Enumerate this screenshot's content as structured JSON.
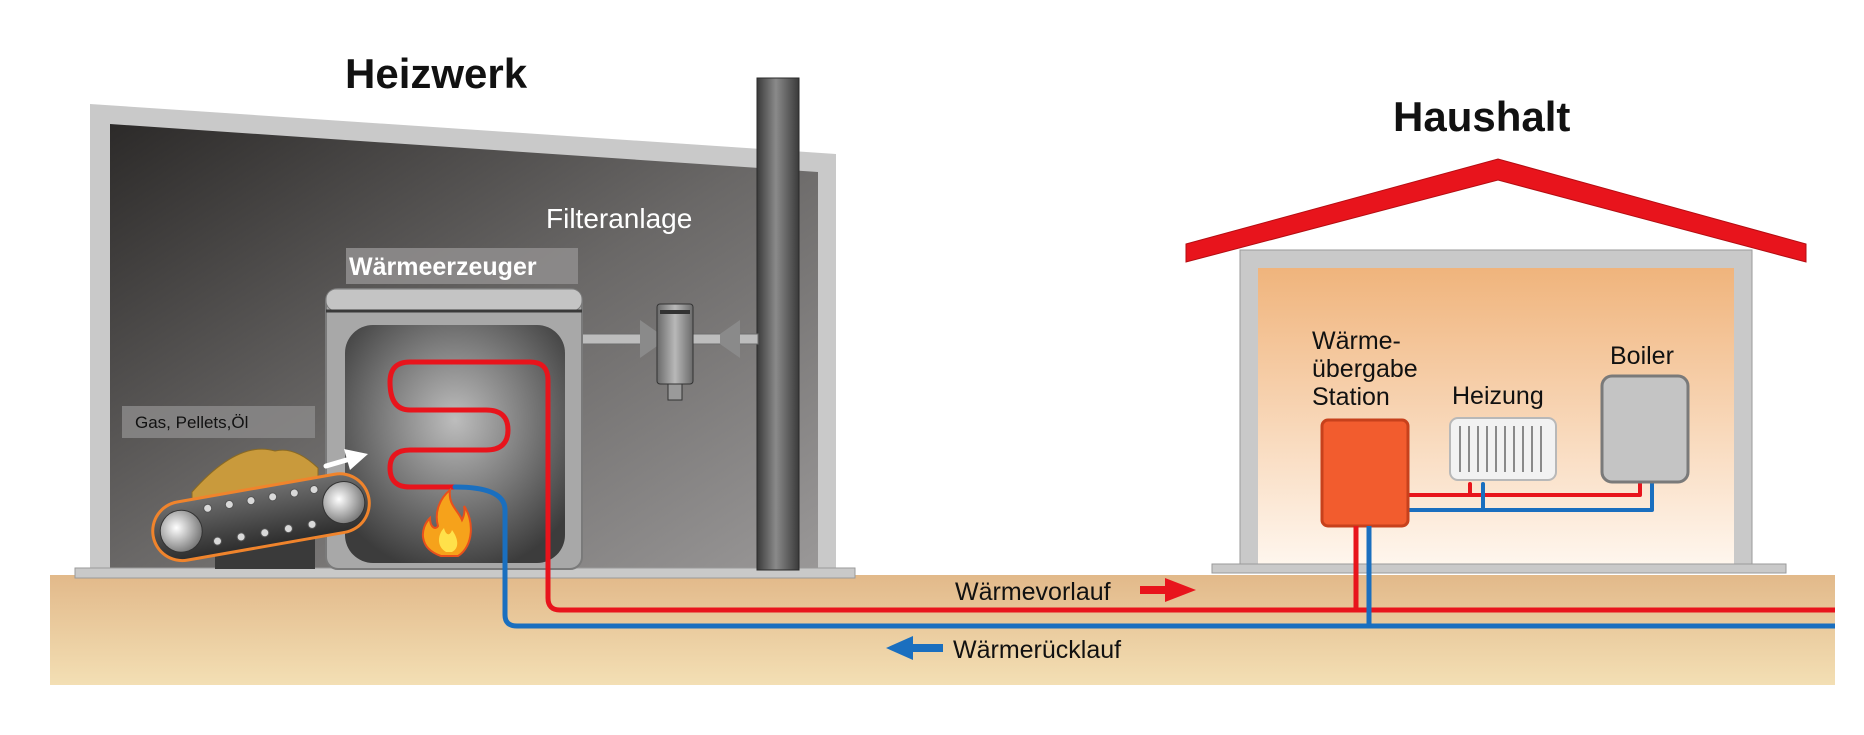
{
  "plant": {
    "title": "Heizwerk",
    "filter_label": "Filteranlage",
    "generator_label": "Wärmeerzeuger",
    "fuel_label": "Gas, Pellets,Öl"
  },
  "household": {
    "title": "Haushalt",
    "station_line1": "Wärme-",
    "station_line2": "übergabe",
    "station_line3": "Station",
    "heating_label": "Heizung",
    "boiler_label": "Boiler"
  },
  "pipes": {
    "supply_label": "Wärmevorlauf",
    "return_label": "Wärmerücklauf"
  },
  "colors": {
    "supply": "#e8141c",
    "return": "#1a6fbf",
    "roof": "#e8141c",
    "station": "#f25c2e",
    "ground": "#e8c79a"
  },
  "icons": [
    "arrow-right-icon",
    "arrow-left-icon",
    "flame-icon"
  ]
}
